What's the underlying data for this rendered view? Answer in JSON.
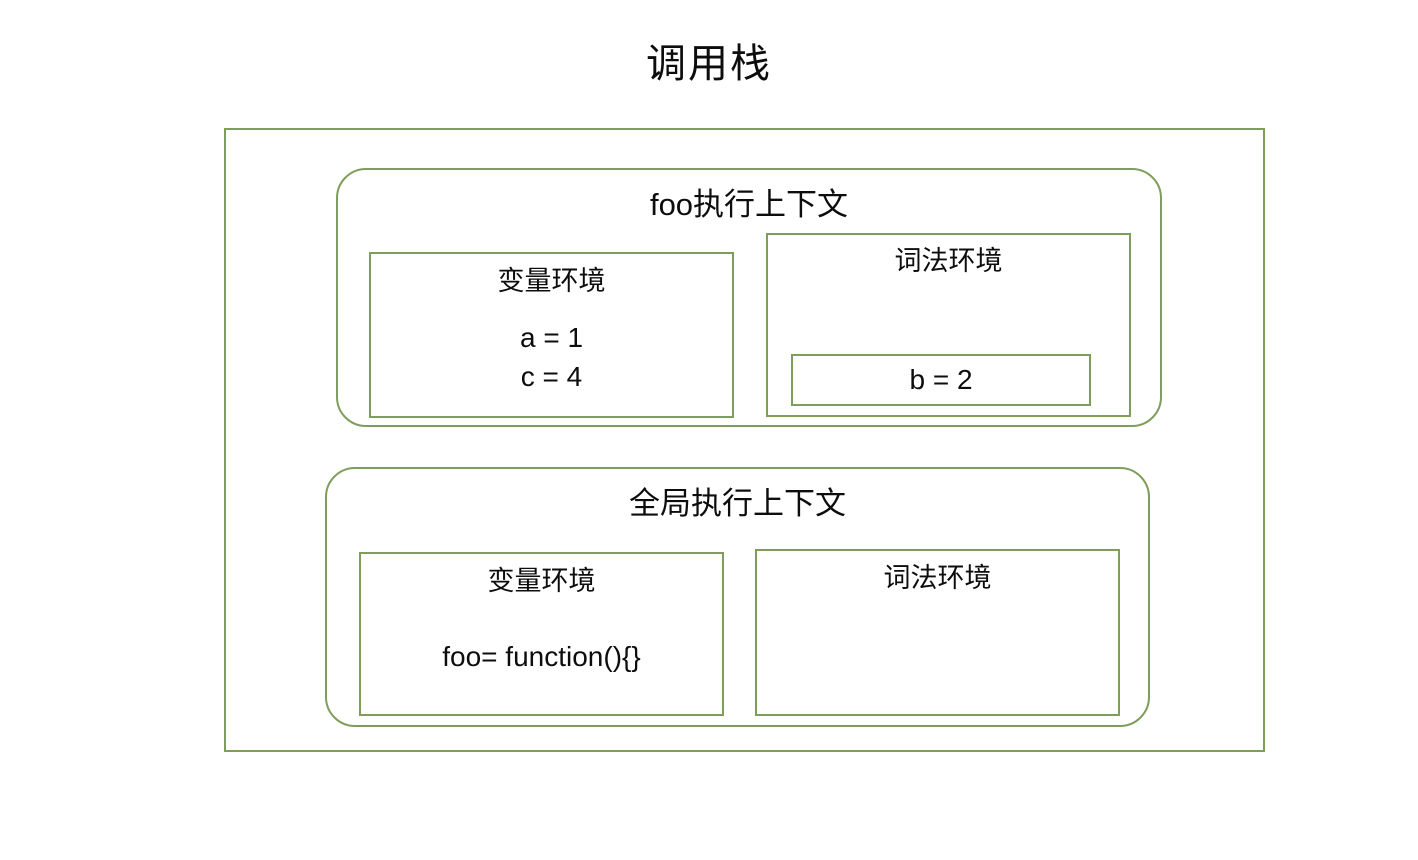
{
  "title": "调用栈",
  "stack": {
    "name": "call-stack-frame",
    "contexts": [
      {
        "id": "foo",
        "title": "foo执行上下文",
        "variable_environment": {
          "title": "变量环境",
          "bindings": [
            "a = 1",
            "c = 4"
          ]
        },
        "lexical_environment": {
          "title": "词法环境",
          "binding_box": "b = 2"
        }
      },
      {
        "id": "global",
        "title": "全局执行上下文",
        "variable_environment": {
          "title": "变量环境",
          "code": "foo= function(){}"
        },
        "lexical_environment": {
          "title": "词法环境",
          "binding_box": ""
        }
      }
    ]
  },
  "colors": {
    "border": "#7f9e5c",
    "text": "#0d0d0d",
    "background": "#ffffff"
  }
}
